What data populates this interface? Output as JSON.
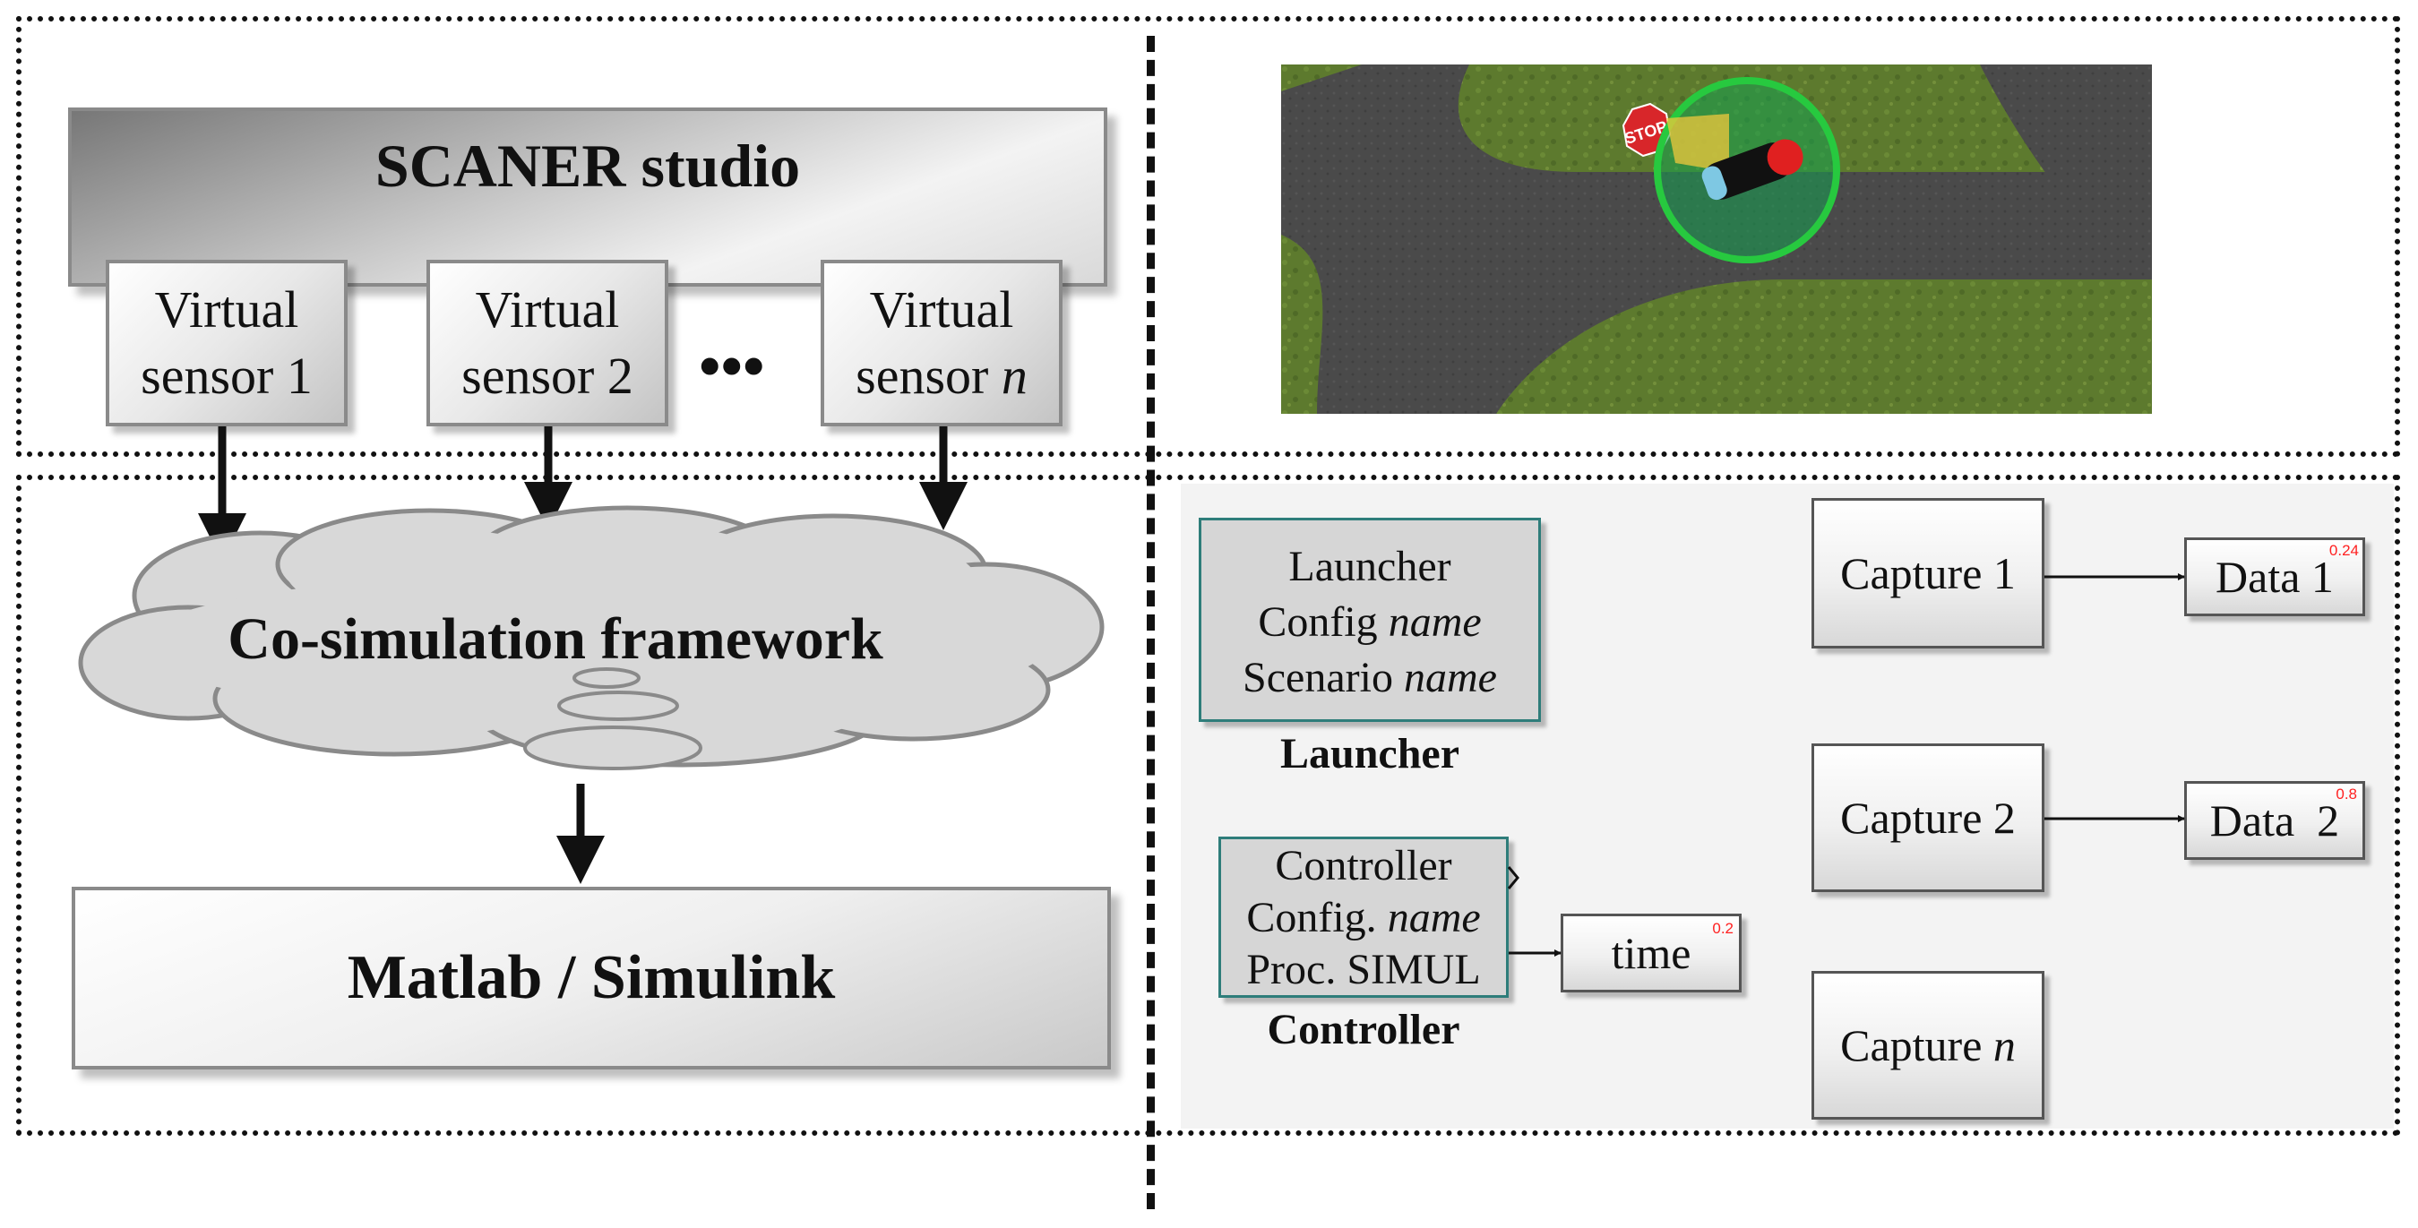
{
  "scaner": {
    "title": "SCANER studio",
    "sensors": [
      {
        "line1": "Virtual",
        "line2": "sensor 1",
        "italic": ""
      },
      {
        "line1": "Virtual",
        "line2": "sensor 2",
        "italic": ""
      },
      {
        "line1": "Virtual",
        "line2": "sensor ",
        "italic": "n"
      }
    ],
    "ellipsis": "•••"
  },
  "cosim": {
    "title": "Co-simulation framework"
  },
  "matlab": {
    "title": "Matlab / Simulink"
  },
  "scene": {
    "stop_sign": "STOP"
  },
  "simulink": {
    "launcher": {
      "line1": "Launcher",
      "line2_prefix": "Config ",
      "line2_italic": "name",
      "line3_prefix": "Scenario ",
      "line3_italic": "name",
      "label": "Launcher"
    },
    "controller": {
      "line1": "Controller",
      "line2_prefix": "Config. ",
      "line2_italic": "name",
      "line3": "Proc. SIMUL",
      "label": "Controller"
    },
    "time": {
      "label": "time",
      "badge": "0.2"
    },
    "captures": [
      {
        "prefix": "Capture 1",
        "italic": ""
      },
      {
        "prefix": "Capture 2",
        "italic": ""
      },
      {
        "prefix": "Capture ",
        "italic": "n"
      }
    ],
    "data": [
      {
        "label": "Data 1",
        "badge": "0.24"
      },
      {
        "label": "Data  2",
        "badge": "0.8"
      }
    ]
  },
  "colors": {
    "grass": "#5d7a2e",
    "road": "#4a4a4a",
    "sensor_ring": "#27c93f",
    "block_border_teal": "#2e7d7a"
  }
}
